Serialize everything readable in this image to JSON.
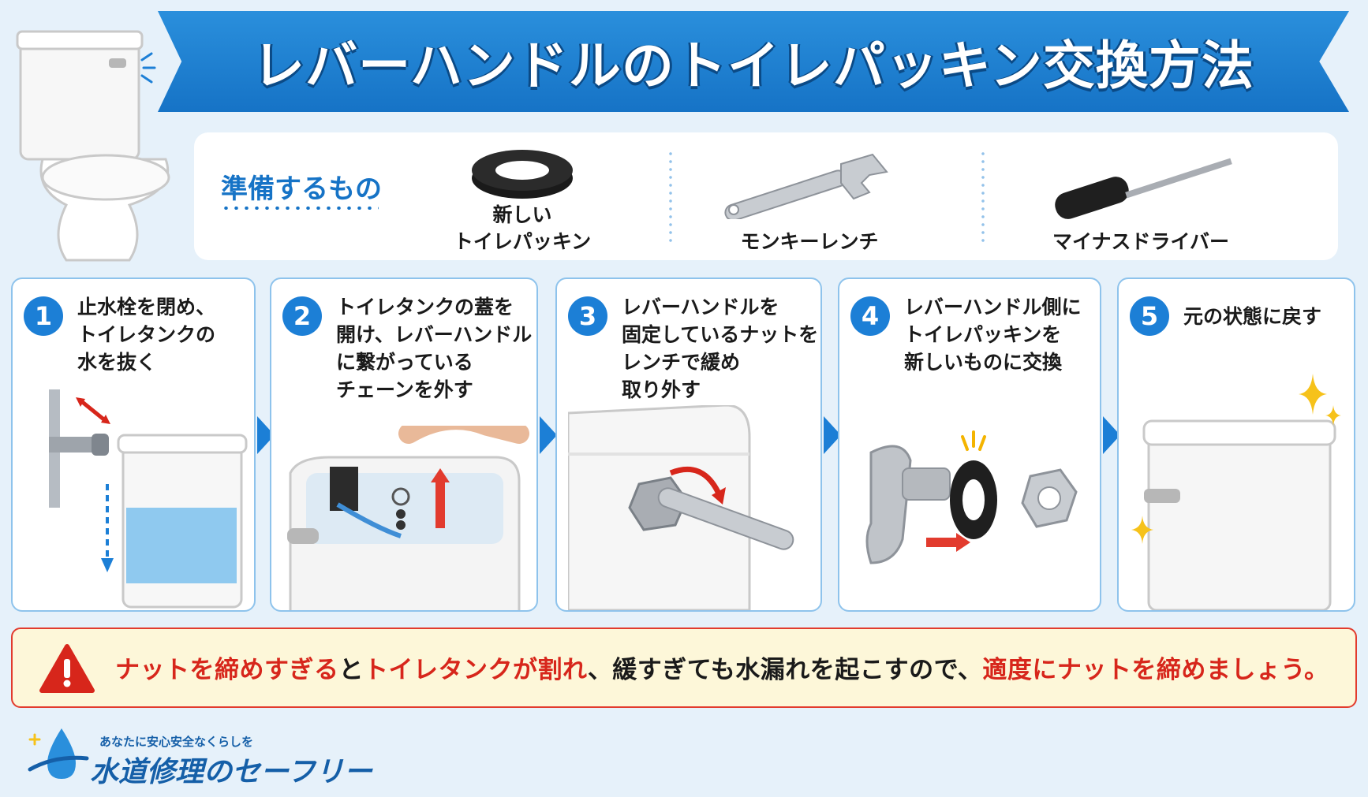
{
  "title": "レバーハンドルのトイレパッキン交換方法",
  "prep": {
    "label": "準備するもの",
    "items": [
      {
        "label": "新しい\nトイレパッキン",
        "icon": "rubber-gasket-icon"
      },
      {
        "label": "モンキーレンチ",
        "icon": "adjustable-wrench-icon"
      },
      {
        "label": "マイナスドライバー",
        "icon": "flathead-screwdriver-icon"
      }
    ]
  },
  "steps": [
    {
      "number": "1",
      "text": "止水栓を閉め、\nトイレタンクの\n水を抜く"
    },
    {
      "number": "2",
      "text": "トイレタンクの蓋を\n開け、レバーハンドル\nに繋がっている\nチェーンを外す"
    },
    {
      "number": "3",
      "text": "レバーハンドルを\n固定しているナットを\nレンチで緩め\n取り外す"
    },
    {
      "number": "4",
      "text": "レバーハンドル側に\nトイレパッキンを\n新しいものに交換"
    },
    {
      "number": "5",
      "text": "元の状態に戻す"
    }
  ],
  "warning": {
    "part1": "ナットを締めすぎる",
    "part2": "と",
    "part3": "トイレタンクが割れ",
    "part4": "、緩すぎても水漏れを起こすので、",
    "part5": "適度にナットを締めましょう。"
  },
  "logo": {
    "tagline": "あなたに安心安全なくらしを",
    "name": "水道修理のセーフリー"
  },
  "colors": {
    "accent": "#1c7fd6",
    "warning_red": "#d7261b",
    "background": "#e6f1fa"
  }
}
